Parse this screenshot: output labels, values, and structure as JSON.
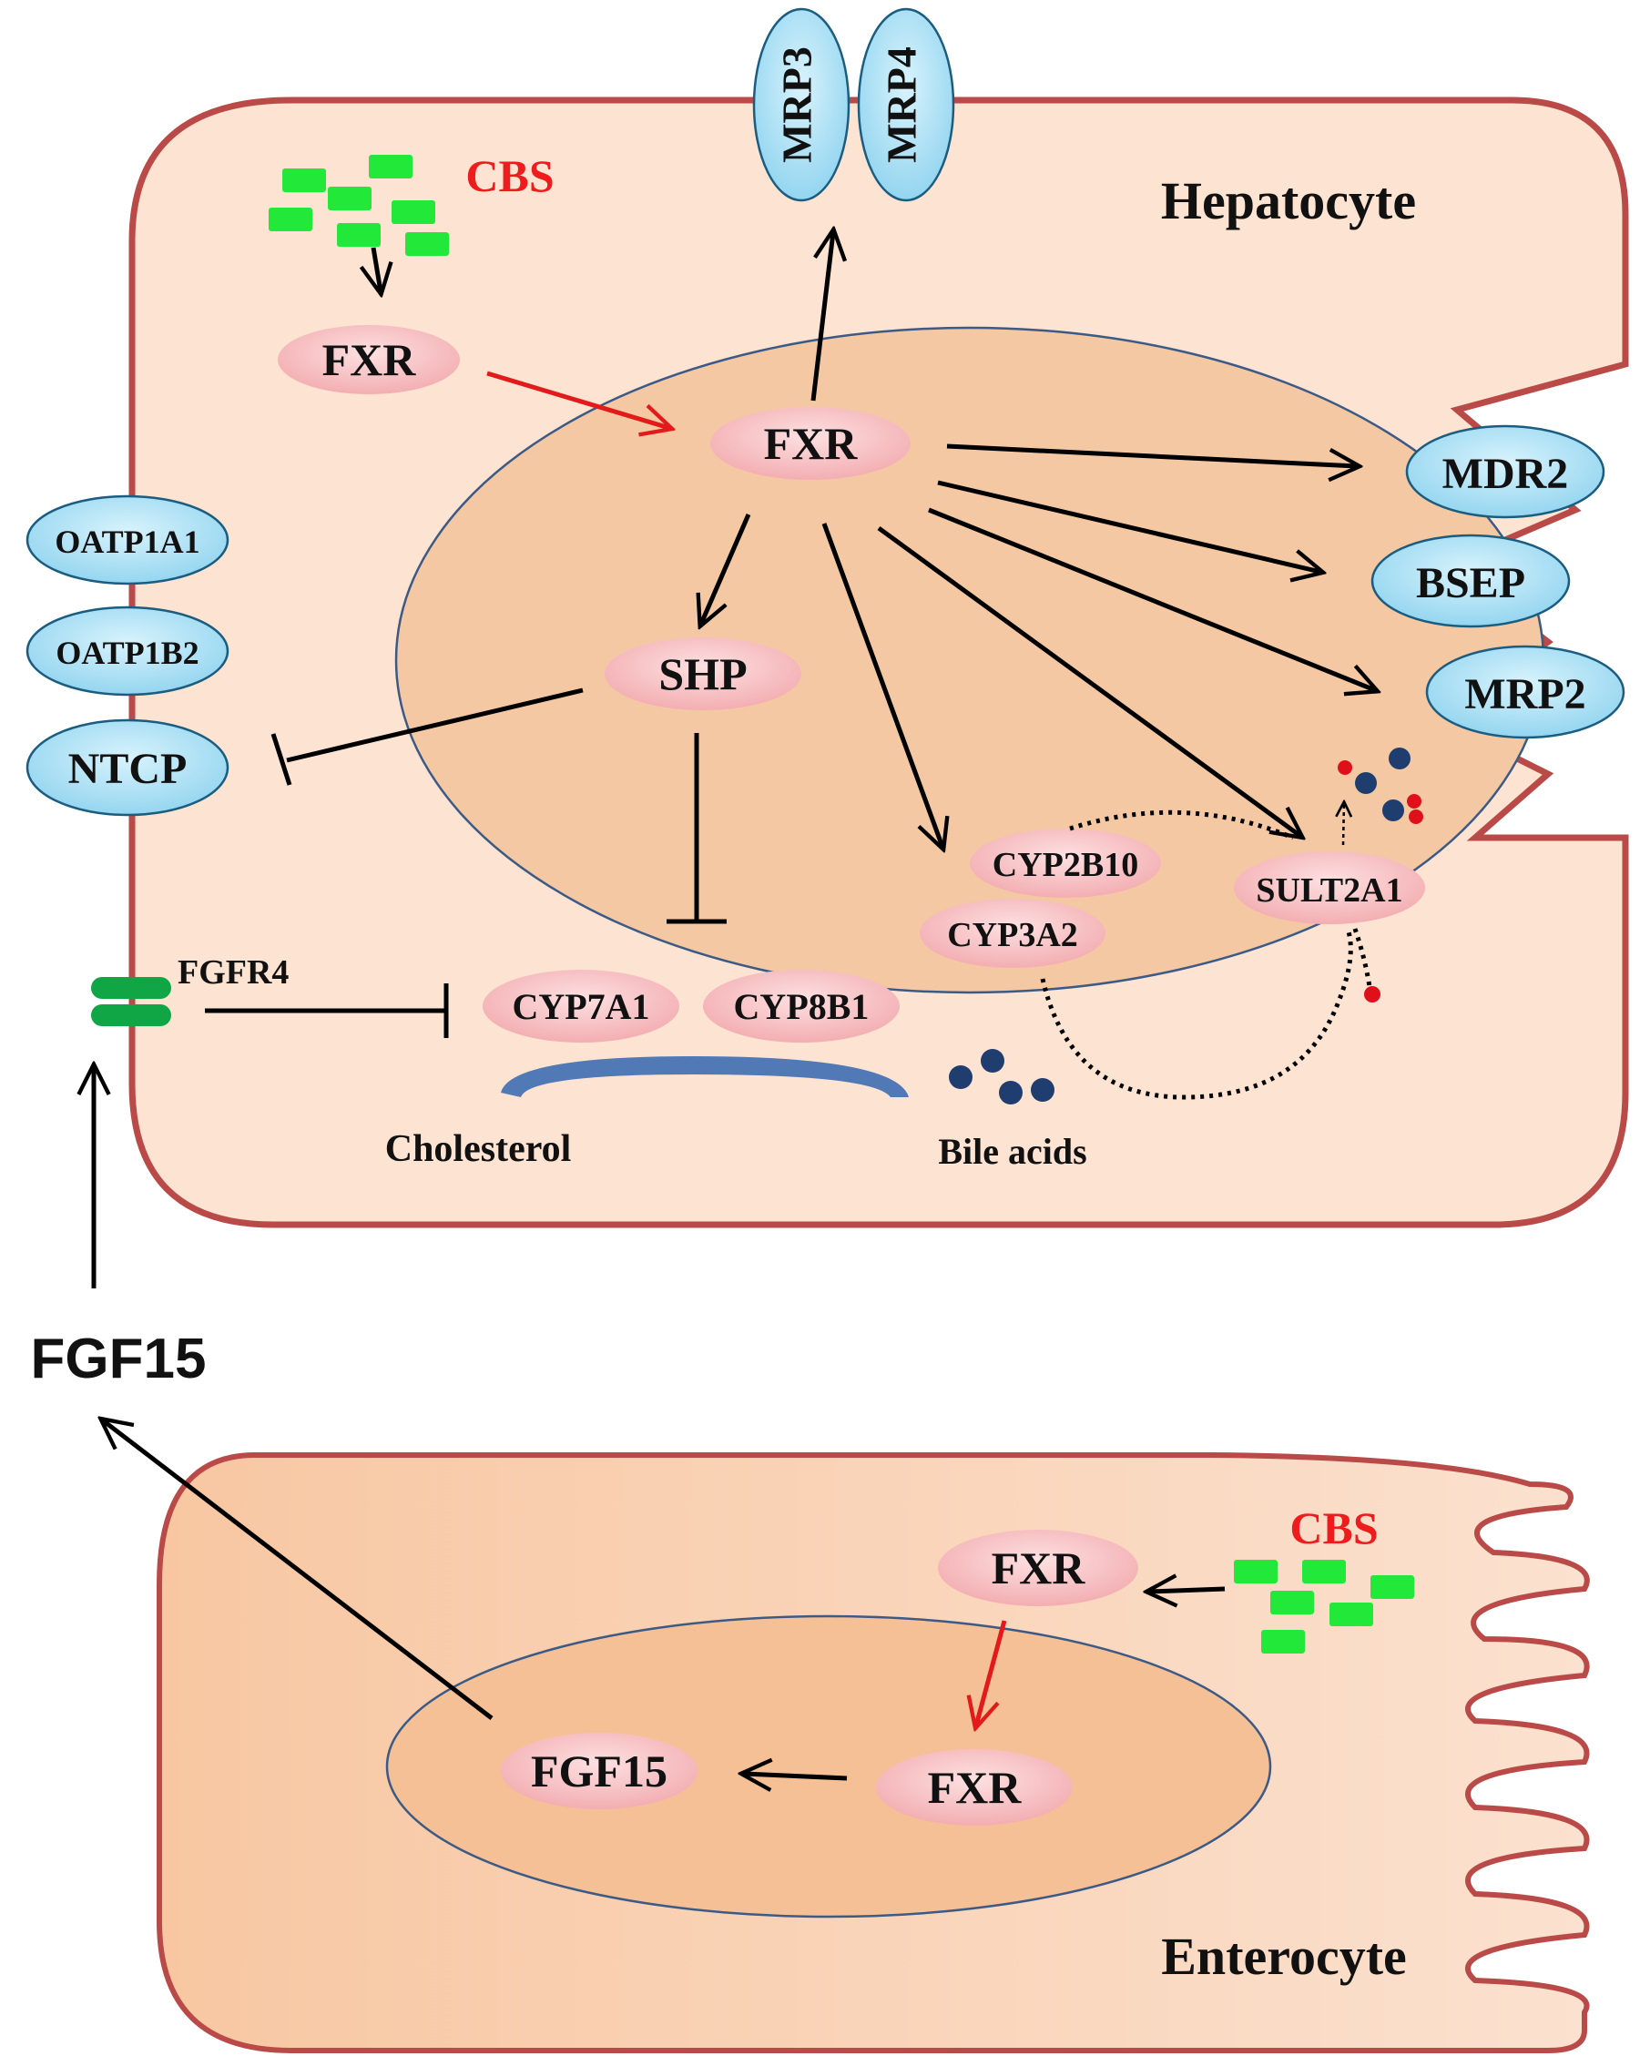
{
  "diagram": {
    "cells": {
      "hepatocyte_label": "Hepatocyte",
      "enterocyte_label": "Enterocyte"
    },
    "hepatocyte": {
      "cbs_label": "CBS",
      "fxr_cytoplasm": "FXR",
      "fxr_nucleus": "FXR",
      "shp": "SHP",
      "cyp2b10": "CYP2B10",
      "cyp3a2": "CYP3A2",
      "sult2a1": "SULT2A1",
      "cyp7a1": "CYP7A1",
      "cyp8b1": "CYP8B1",
      "fgfr4": "FGFR4",
      "cholesterol": "Cholesterol",
      "bile_acids": "Bile acids"
    },
    "transporters": {
      "mrp3": "MRP3",
      "mrp4": "MRP4",
      "mdr2": "MDR2",
      "bsep": "BSEP",
      "mrp2": "MRP2",
      "oatp1a1": "OATP1A1",
      "oatp1b2": "OATP1B2",
      "ntcp": "NTCP"
    },
    "fgf15_external": "FGF15",
    "enterocyte": {
      "cbs_label": "CBS",
      "fxr_cytoplasm": "FXR",
      "fxr_nucleus": "FXR",
      "fgf15": "FGF15"
    },
    "colors": {
      "cell_border": "#b94a48",
      "hepatocyte_fill": "#fde3d1",
      "nucleus_fill": "#f5c8a4",
      "nucleus_border": "#3b5a85",
      "protein_fill": "#f6c0c2",
      "transporter_fill": "#a9dff3",
      "transporter_border": "#1b5d80",
      "cbs_green": "#22e83a",
      "fgfr4_green": "#10a545",
      "activation_red": "#e21a1a",
      "bile_acid_blue": "#1f3d6e",
      "sulfate_red": "#e0101a"
    }
  }
}
